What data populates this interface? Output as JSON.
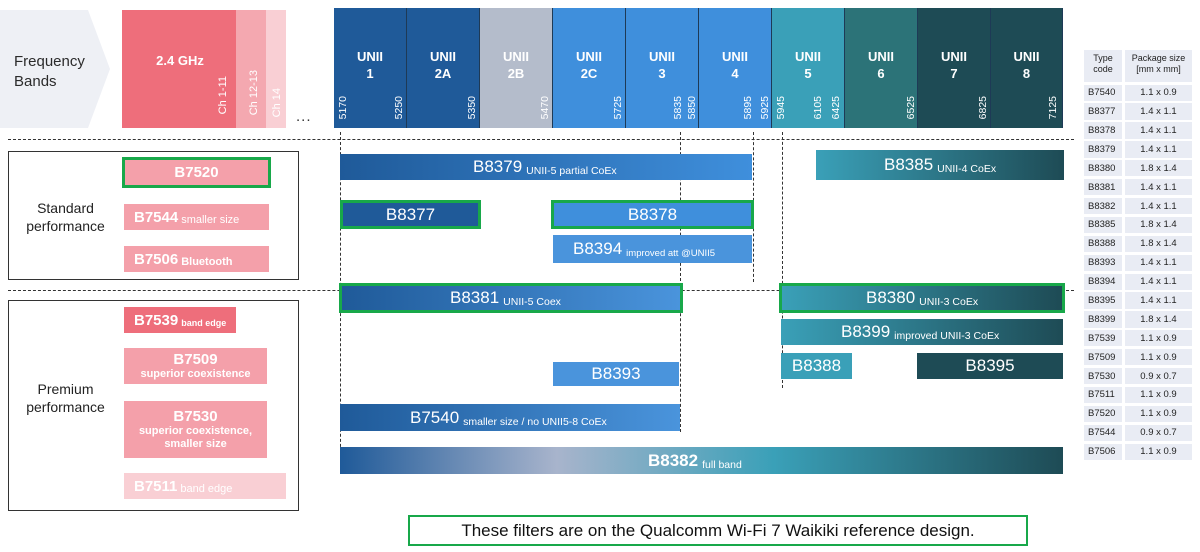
{
  "header": {
    "frequency_bands_label": "Frequency Bands",
    "band_24": {
      "title": "2.4 GHz",
      "channels": [
        "Ch 1-11",
        "Ch 12-13",
        "Ch 14"
      ],
      "colors": [
        "#ee6e7b",
        "#f4a8b0",
        "#f9cfd4"
      ]
    },
    "ellipsis": "...",
    "unii_bands": [
      {
        "line1": "UNII",
        "line2": "1",
        "color": "#1f5a99"
      },
      {
        "line1": "UNII",
        "line2": "2A",
        "color": "#1f5a99"
      },
      {
        "line1": "UNII",
        "line2": "2B",
        "color": "#b4bccb"
      },
      {
        "line1": "UNII",
        "line2": "2C",
        "color": "#3f8fdc"
      },
      {
        "line1": "UNII",
        "line2": "3",
        "color": "#3f8fdc"
      },
      {
        "line1": "UNII",
        "line2": "4",
        "color": "#3f8fdc"
      },
      {
        "line1": "UNII",
        "line2": "5",
        "color": "#3aa0b8"
      },
      {
        "line1": "UNII",
        "line2": "6",
        "color": "#2c7378"
      },
      {
        "line1": "UNII",
        "line2": "7",
        "color": "#1e4b55"
      },
      {
        "line1": "UNII",
        "line2": "8",
        "color": "#1e4b55"
      }
    ],
    "frequencies": [
      "5170",
      "5250",
      "5350",
      "5470",
      "5725",
      "5835",
      "5850",
      "5895",
      "5925",
      "5945",
      "6105",
      "6425",
      "6525",
      "6825",
      "7125"
    ]
  },
  "performance": {
    "standard_label": "Standard performance",
    "premium_label": "Premium performance"
  },
  "filters_24": [
    {
      "name": "B7520",
      "note": "",
      "highlight": true
    },
    {
      "name": "B7544",
      "note": "smaller size",
      "highlight": false
    },
    {
      "name": "B7506",
      "note": "Bluetooth",
      "highlight": false
    },
    {
      "name": "B7539",
      "note": "band edge",
      "highlight": false
    },
    {
      "name": "B7509",
      "note": "superior coexistence",
      "highlight": false
    },
    {
      "name": "B7530",
      "note": "superior coexistence, smaller size",
      "highlight": false
    },
    {
      "name": "B7511",
      "note": "band edge",
      "highlight": false
    }
  ],
  "filters_5_6": [
    {
      "name": "B8379",
      "note": "UNII-5 partial CoEx",
      "highlight": false
    },
    {
      "name": "B8385",
      "note": "UNII-4 CoEx",
      "highlight": false
    },
    {
      "name": "B8377",
      "note": "",
      "highlight": true
    },
    {
      "name": "B8378",
      "note": "",
      "highlight": true
    },
    {
      "name": "B8394",
      "note": "improved att @UNII5",
      "highlight": false
    },
    {
      "name": "B8381",
      "note": "UNII-5 Coex",
      "highlight": true
    },
    {
      "name": "B8380",
      "note": "UNII-3 CoEx",
      "highlight": true
    },
    {
      "name": "B8399",
      "note": "improved UNII-3 CoEx",
      "highlight": false
    },
    {
      "name": "B8388",
      "note": "",
      "highlight": false
    },
    {
      "name": "B8395",
      "note": "",
      "highlight": false
    },
    {
      "name": "B8393",
      "note": "",
      "highlight": false
    },
    {
      "name": "B7540",
      "note": "smaller size / no UNII5-8 CoEx",
      "highlight": false
    },
    {
      "name": "B8382",
      "note": "full band",
      "highlight": false
    }
  ],
  "package_table": {
    "header_type": "Type code",
    "header_size": "Package size [mm x mm]",
    "rows": [
      [
        "B7540",
        "1.1 x 0.9"
      ],
      [
        "B8377",
        "1.4 x 1.1"
      ],
      [
        "B8378",
        "1.4 x 1.1"
      ],
      [
        "B8379",
        "1.4 x 1.1"
      ],
      [
        "B8380",
        "1.8 x 1.4"
      ],
      [
        "B8381",
        "1.4 x 1.1"
      ],
      [
        "B8382",
        "1.4 x 1.1"
      ],
      [
        "B8385",
        "1.8 x 1.4"
      ],
      [
        "B8388",
        "1.8 x 1.4"
      ],
      [
        "B8393",
        "1.4 x 1.1"
      ],
      [
        "B8394",
        "1.4 x 1.1"
      ],
      [
        "B8395",
        "1.4 x 1.1"
      ],
      [
        "B8399",
        "1.8 x 1.4"
      ],
      [
        "B7539",
        "1.1 x 0.9"
      ],
      [
        "B7509",
        "1.1 x 0.9"
      ],
      [
        "B7530",
        "0.9 x 0.7"
      ],
      [
        "B7511",
        "1.1 x 0.9"
      ],
      [
        "B7520",
        "1.1 x 0.9"
      ],
      [
        "B7544",
        "0.9 x 0.7"
      ],
      [
        "B7506",
        "1.1 x 0.9"
      ]
    ]
  },
  "footer_note": "These filters are on the Qualcomm Wi-Fi 7 Waikiki reference design.",
  "colors": {
    "highlight": "#18a84a",
    "pink": "#ee6e7b"
  }
}
